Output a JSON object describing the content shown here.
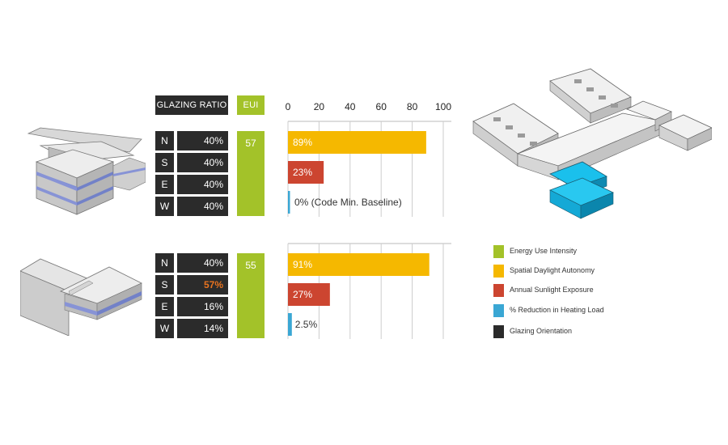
{
  "header": {
    "glazing_ratio_label": "GLAZING RATIO",
    "eui_label": "EUI"
  },
  "colors": {
    "eui": "#a3c229",
    "daylight": "#f5b800",
    "sunlight": "#cc4530",
    "heating": "#3aa7d4",
    "dark": "#2b2b2b",
    "highlight_text": "#e8731f"
  },
  "panels": [
    {
      "eui": "57",
      "rows": [
        {
          "orientation": "N",
          "ratio": "40%",
          "highlight": false
        },
        {
          "orientation": "S",
          "ratio": "40%",
          "highlight": false
        },
        {
          "orientation": "E",
          "ratio": "40%",
          "highlight": false
        },
        {
          "orientation": "W",
          "ratio": "40%",
          "highlight": false
        }
      ]
    },
    {
      "eui": "55",
      "rows": [
        {
          "orientation": "N",
          "ratio": "40%",
          "highlight": false
        },
        {
          "orientation": "S",
          "ratio": "57%",
          "highlight": true
        },
        {
          "orientation": "E",
          "ratio": "16%",
          "highlight": false
        },
        {
          "orientation": "W",
          "ratio": "14%",
          "highlight": false
        }
      ]
    }
  ],
  "chart_data": [
    {
      "type": "bar",
      "orientation": "horizontal",
      "x_ticks": [
        "0",
        "20",
        "40",
        "60",
        "80",
        "100"
      ],
      "xlim": [
        0,
        100
      ],
      "grid": true,
      "bars": [
        {
          "value": 89,
          "label": "89%",
          "series": "Spatial Daylight Autonomy"
        },
        {
          "value": 23,
          "label": "23%",
          "series": "Annual Sunlight Exposure"
        },
        {
          "value": 0,
          "label": "0% (Code Min. Baseline)",
          "series": "% Reduction in Heating Load"
        }
      ]
    },
    {
      "type": "bar",
      "orientation": "horizontal",
      "xlim": [
        0,
        100
      ],
      "grid": true,
      "bars": [
        {
          "value": 91,
          "label": "91%",
          "series": "Spatial Daylight Autonomy"
        },
        {
          "value": 27,
          "label": "27%",
          "series": "Annual Sunlight Exposure"
        },
        {
          "value": 2.5,
          "label": "2.5%",
          "series": "% Reduction in Heating Load"
        }
      ]
    }
  ],
  "legend": [
    {
      "label": "Energy Use Intensity",
      "color": "#a3c229"
    },
    {
      "label": "Spatial Daylight Autonomy",
      "color": "#f5b800"
    },
    {
      "label": "Annual Sunlight Exposure",
      "color": "#cc4530"
    },
    {
      "label": "% Reduction in Heating Load",
      "color": "#3aa7d4"
    },
    {
      "label": "Glazing Orientation",
      "color": "#2b2b2b"
    }
  ]
}
